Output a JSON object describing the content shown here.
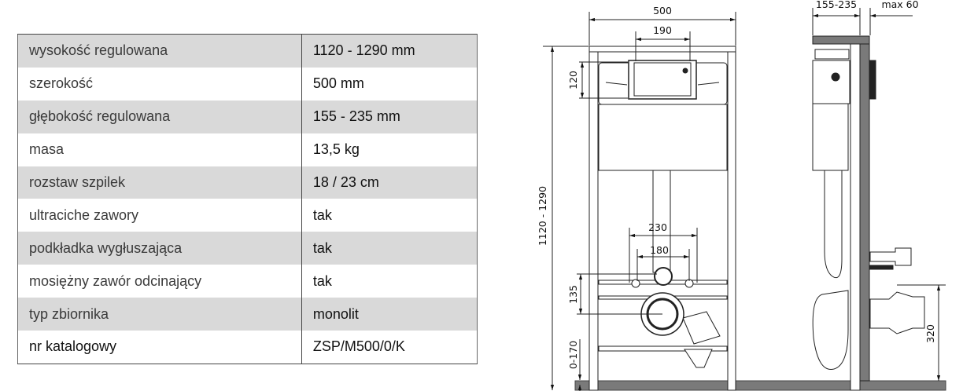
{
  "specs": [
    {
      "label": "wysokość regulowana",
      "value": "1120 - 1290 mm"
    },
    {
      "label": "szerokość",
      "value": "500 mm"
    },
    {
      "label": "głębokość regulowana",
      "value": "155 - 235 mm"
    },
    {
      "label": "masa",
      "value": "13,5 kg"
    },
    {
      "label": "rozstaw szpilek",
      "value": "18 / 23 cm"
    },
    {
      "label": "ultraciche zawory",
      "value": "tak"
    },
    {
      "label": "podkładka wygłuszająca",
      "value": "tak"
    },
    {
      "label": "mosiężny zawór odcinający",
      "value": "tak"
    },
    {
      "label": "typ zbiornika",
      "value": "monolit"
    },
    {
      "label": "nr katalogowy",
      "value": "ZSP/M500/0/K"
    }
  ],
  "dimensions": {
    "width": "500",
    "actuator_width": "190",
    "actuator_height": "120",
    "total_height": "1120 - 1290",
    "studs_outer": "230",
    "studs_inner": "180",
    "outlet_offset": "135",
    "foot_adjust": "0-170",
    "depth": "155-235",
    "wall_max": "max 60",
    "outlet_height": "320"
  }
}
